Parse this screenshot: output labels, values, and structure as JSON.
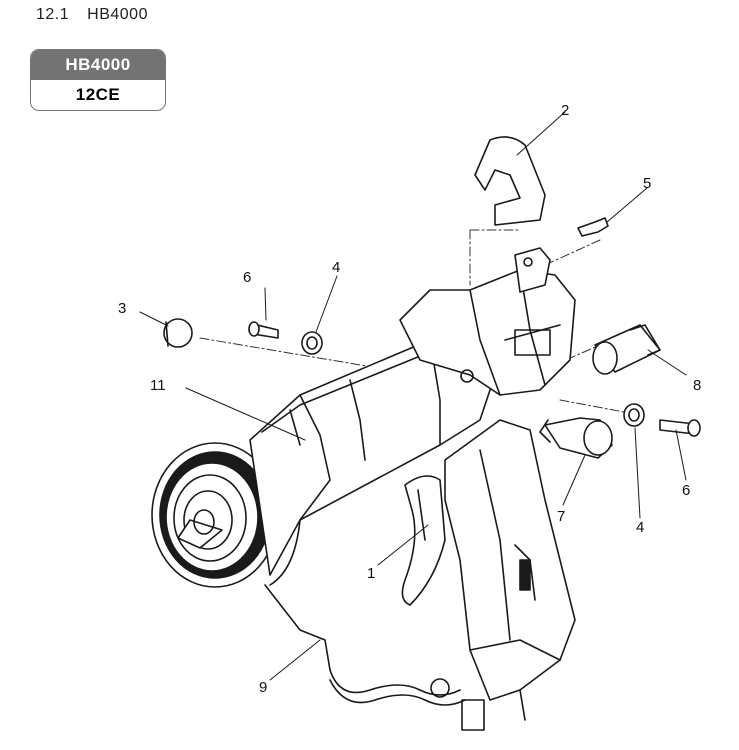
{
  "header": {
    "section": "12.1",
    "title": "HB4000"
  },
  "badge": {
    "model": "HB4000",
    "variant": "12CE"
  },
  "callouts": {
    "c1": "1",
    "c2": "2",
    "c3": "3",
    "c4a": "4",
    "c4b": "4",
    "c5": "5",
    "c6a": "6",
    "c6b": "6",
    "c7": "7",
    "c8": "8",
    "c9": "9",
    "c11": "11"
  }
}
